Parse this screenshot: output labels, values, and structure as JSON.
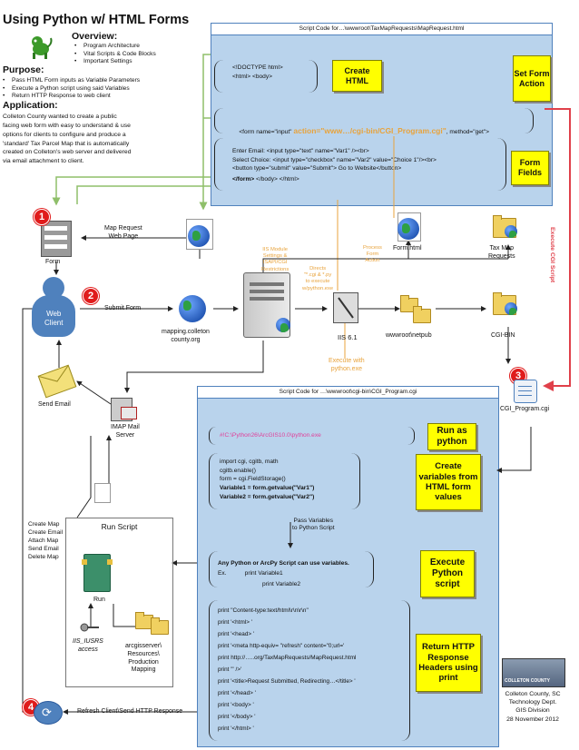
{
  "header": {
    "title": "Using Python w/ HTML Forms",
    "overview_title": "Overview:",
    "overview_items": [
      "Program Architecture",
      "Vital Scripts & Code Blocks",
      "Important Settings"
    ],
    "purpose_title": "Purpose:",
    "purpose_items": [
      "Pass HTML Form inputs as Variable Parameters",
      "Execute a Python script using said Variables",
      "Return HTTP Response to web client"
    ],
    "application_title": "Application:",
    "application_text": [
      "Colleton County wanted to create a public",
      "facing web form with easy to understand & use",
      "options for clients to configure and produce a",
      "'standard' Tax Parcel Map that is automatically",
      "created on Colleton's web server and delivered",
      "via email attachment to client."
    ]
  },
  "top_panel": {
    "title": "Script Code for…\\wwwroot\\TaxMapRequests\\MapRequest.html",
    "code1": "<!DOCTYPE html>\n<html> <body>",
    "code2_prefix": "<form name=\"input\" ",
    "code2_action": "action=\"www…/cgi-bin/CGI_Program.cgi\"",
    "code2_suffix": ", method=\"get\">",
    "code3": "Enter Email: <input type=\"text\" name=\"Var1\" /><br>\nSelect Choice: <input type=\"checkbox\" name=\"Var2\" value=\"Choice 1\"/><br>\n<button type=\"submit\" value=\"Submit\"> Go to Website</button>",
    "code3_bold": "</form>",
    "code3_tail": " </body> </html>",
    "callout_create_html": "Create HTML",
    "callout_set_form_action": "Set Form Action",
    "callout_form_fields": "Form Fields"
  },
  "bottom_panel": {
    "title": "Script Code for …\\wwwroot\\cgi-bin\\CGI_Program.cgi",
    "shebang": "#!C:\\Python26\\ArcGIS10.0\\python.exe",
    "code_vars": "import cgi, cgitb, math\ncgitb.enable()\nform = cgi.FieldStorage()",
    "var1_line": "Variable1 = form.getvalue(\"Var1\")",
    "var2_line": "Variable2 = form.getvalue(\"Var2\")",
    "script_line1": "Any Python or ArcPy Script can use variables.",
    "script_line2": "Ex.           print Variable1",
    "script_line3": "print Variable2",
    "print_lines": [
      "print \"Content-type:text/html\\r\\n\\r\\n\"",
      "print '<html> '",
      "print '<head> '",
      "print '<meta http-equiv= \"refresh\" content=\"0;url='",
      "print http://…..org/TaxMapRequests/MapRequest.html",
      "print '\" />'",
      "print '<title>Request Submitted, Redirecting…</title> '",
      "print '</head> '",
      "print '<body> '",
      "print '</body> '",
      "print '</html> '"
    ],
    "callout_run_as_python": "Run as python",
    "callout_create_variables": "Create variables from HTML form values",
    "callout_execute_python": "Execute Python script",
    "callout_return_http": "Return HTTP Response Headers using print",
    "pass_variables": "Pass Variables\nto Python Script"
  },
  "diagram": {
    "map_request_web_page": "Map Request\nWeb Page",
    "form": "Form",
    "web_client": "Web\nClient",
    "submit_form": "Submit Form",
    "mapping_server": "mapping.colleton\ncounty.org",
    "iis_settings": "IIS Module\nSettings &\nISAPI/CGI\nRestrictions",
    "directs": "Directs\n\"*.cgi & *.py\nto execute\nw/python.exe",
    "process_form_action": "Process\nForm\nAction",
    "form_html": "Form.html",
    "tax_map_requests": "Tax Map\nRequests",
    "iis": "IIS 6.1",
    "wwwroot": "wwwroot\\netpub",
    "cgi_bin": "CGI-BIN",
    "execute_with_python": "Execute with\npython.exe",
    "execute_cgi_script": "Execute CGI Script",
    "cgi_program": "CGI_Program.cgi",
    "send_email": "Send Email",
    "imap_server": "IMAP Mail\nServer",
    "run_script_title": "Run Script",
    "run_script_steps": "Create Map\nCreate Email\nAttach Map\nSend Email\nDelete Map",
    "run": "Run",
    "iis_iusrs": "IIS_IUSRS\naccess",
    "arcgisserver": "arcgisserver\\\nResources\\\nProduction\nMapping",
    "refresh_client": "Refresh Client\\Send HTTP Response",
    "step_numbers": [
      "1",
      "2",
      "3",
      "4"
    ]
  },
  "footer": {
    "logo_text": "COLLETON COUNTY",
    "credit": "Colleton County, SC\nTechnology Dept.\nGIS Division\n28 November 2012"
  }
}
